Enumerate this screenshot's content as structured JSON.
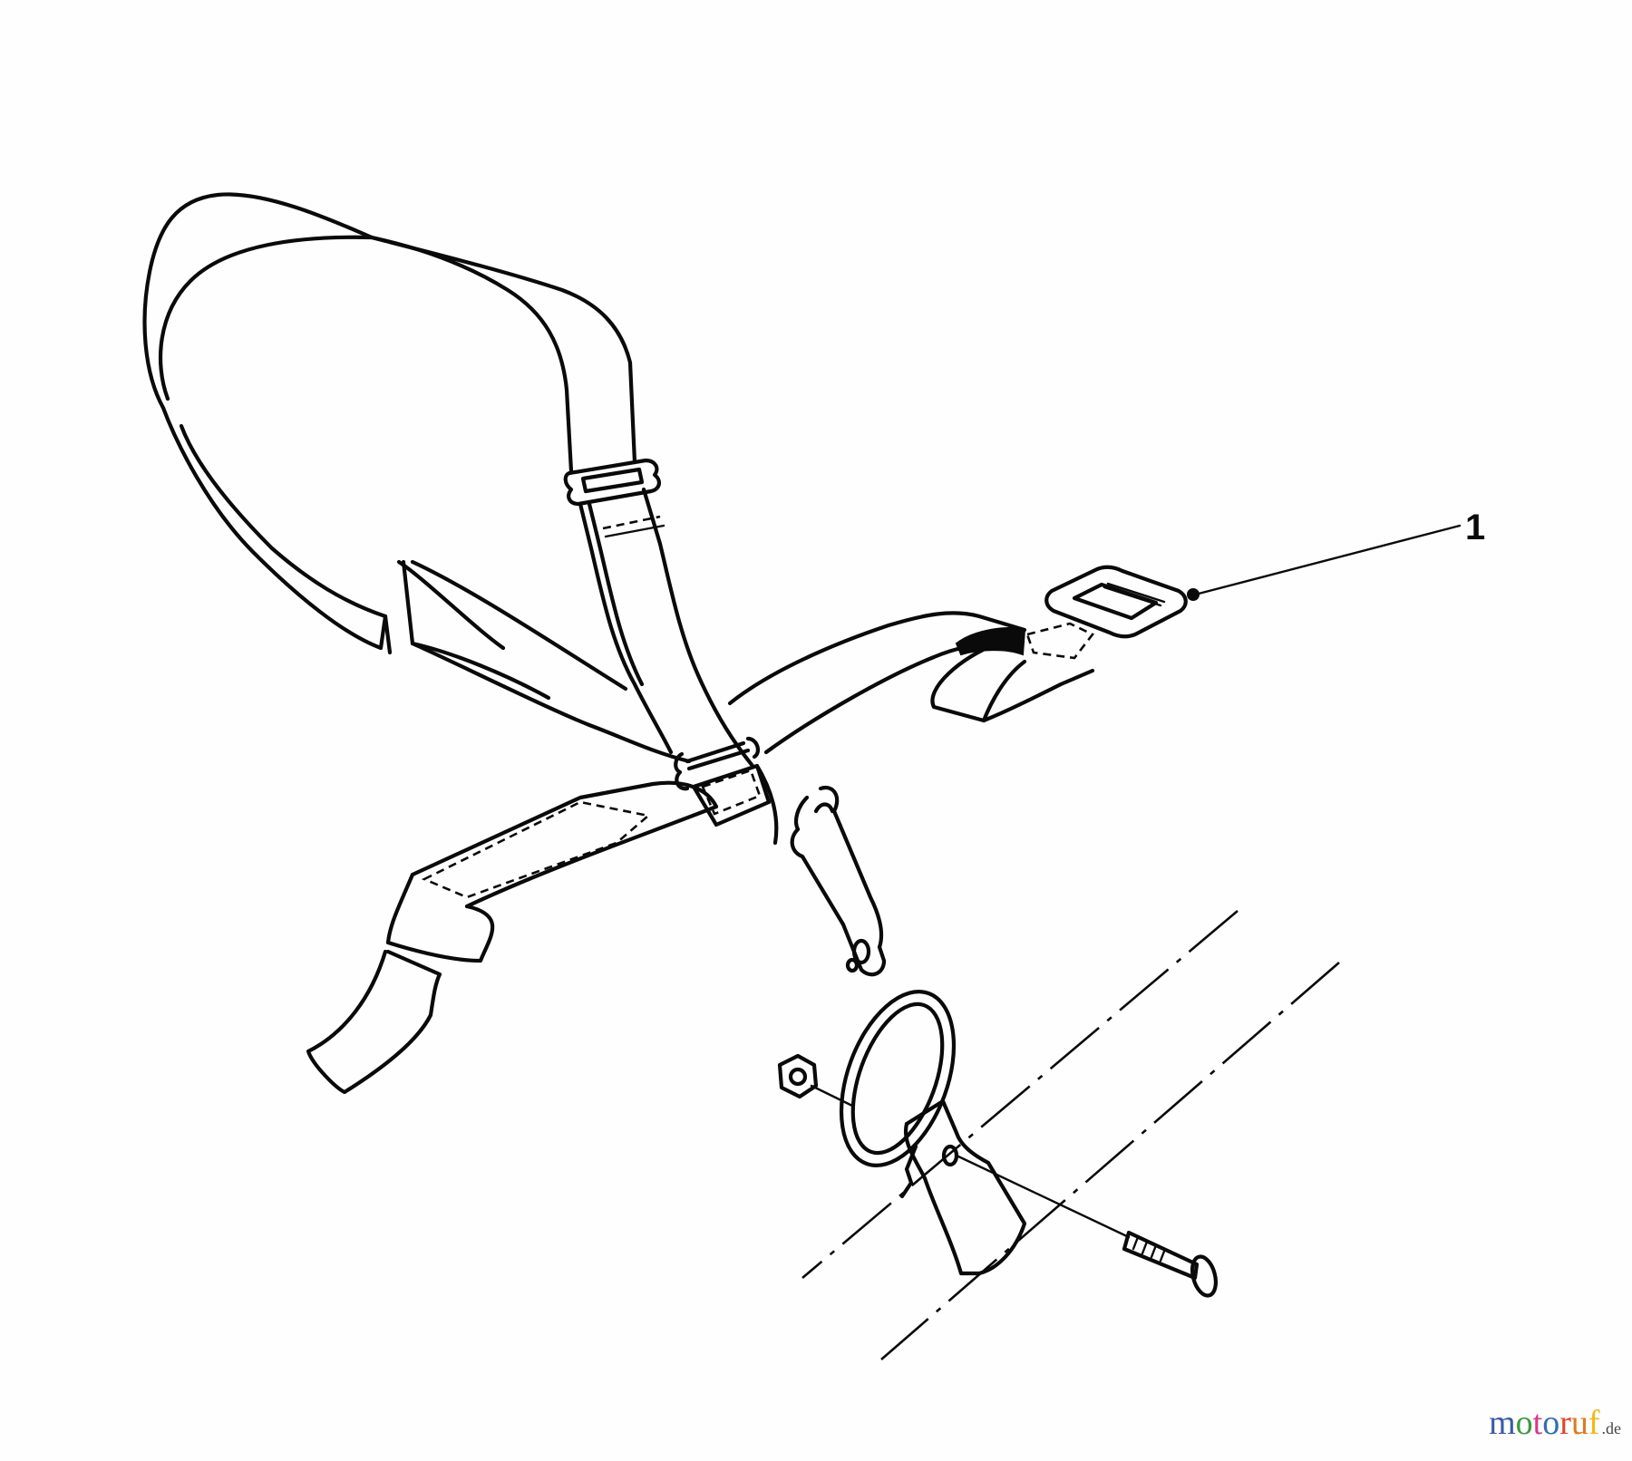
{
  "diagram": {
    "title": "Shoulder harness / strap assembly exploded parts view",
    "callouts": [
      {
        "number": "1",
        "label_text": "1",
        "points_to": "strap buckle"
      }
    ],
    "parts": [
      {
        "id": "harness-strap",
        "description": "Shoulder harness with padded section"
      },
      {
        "id": "adjuster-slide-top",
        "description": "Strap adjuster slide"
      },
      {
        "id": "buckle",
        "description": "Rectangular strap buckle",
        "callout": "1"
      },
      {
        "id": "snap-hook",
        "description": "Swivel snap hook"
      },
      {
        "id": "hanger-ring",
        "description": "Hanger ring with clamp"
      },
      {
        "id": "lock-nut",
        "description": "Hex lock nut"
      },
      {
        "id": "screw",
        "description": "Clamp screw"
      },
      {
        "id": "drive-shaft-tube",
        "description": "Shaft tube (shown in phantom centerlines)"
      }
    ]
  },
  "watermark": {
    "letters": [
      "m",
      "o",
      "t",
      "o",
      "r",
      "u",
      "f"
    ],
    "colors": [
      "#3b5aa8",
      "#3c9a3c",
      "#d83a8a",
      "#2f6fb5",
      "#e0462f",
      "#e07a1f",
      "#f0b81a"
    ],
    "suffix": ".de"
  }
}
